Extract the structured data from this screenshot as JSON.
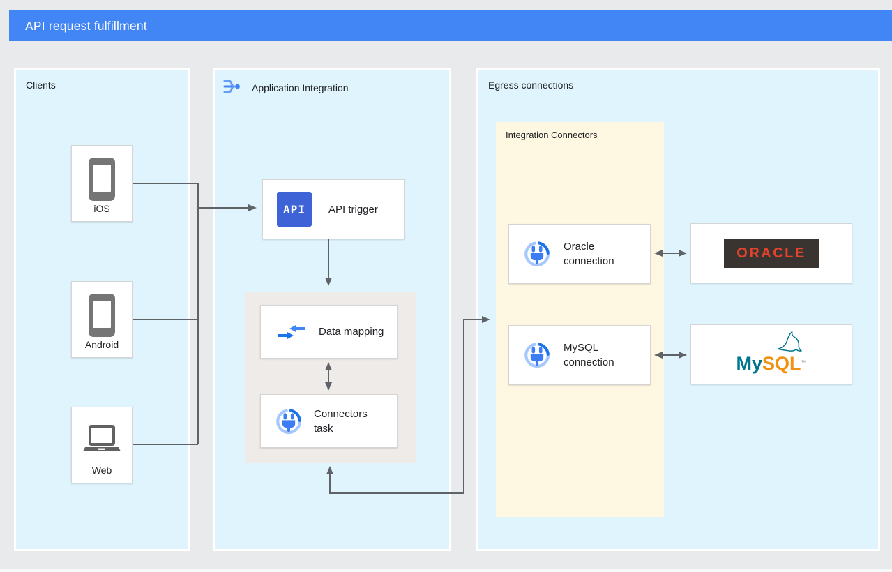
{
  "header": {
    "title": "API request fulfillment"
  },
  "clients_panel": {
    "title": "Clients",
    "devices": [
      {
        "label": "iOS",
        "icon": "smartphone-icon"
      },
      {
        "label": "Android",
        "icon": "smartphone-icon"
      },
      {
        "label": "Web",
        "icon": "laptop-icon"
      }
    ]
  },
  "integration_panel": {
    "title": "Application Integration",
    "icon": "application-integration-icon",
    "api_trigger": {
      "label": "API trigger",
      "icon_text": "API"
    },
    "data_mapping": {
      "label": "Data mapping",
      "icon": "data-mapping-icon"
    },
    "connectors_task": {
      "label": "Connectors task",
      "icon": "connector-plug-icon"
    }
  },
  "egress_panel": {
    "title": "Egress connections",
    "integration_connectors": {
      "title": "Integration Connectors",
      "connections": [
        {
          "label": "Oracle connection",
          "icon": "connector-plug-icon"
        },
        {
          "label": "MySQL connection",
          "icon": "connector-plug-icon"
        }
      ]
    },
    "oracle_logo": {
      "text": "ORACLE"
    },
    "mysql_logo": {
      "part1": "My",
      "part2": "SQL",
      "tm": "™"
    }
  },
  "colors": {
    "header_bg": "#4285F4",
    "canvas_bg": "#E9EAEC",
    "zone_bg": "#E0F4FE",
    "integration_connectors_bg": "#FEF7E1",
    "task_group_bg": "#EFEBE8",
    "connector_line": "#5F6368",
    "google_blue": "#4285F4",
    "api_chip_bg": "#3E63D6",
    "oracle_red": "#E2432E",
    "oracle_chip_bg": "#3A3430",
    "mysql_teal": "#00758F",
    "mysql_orange": "#F29111"
  }
}
